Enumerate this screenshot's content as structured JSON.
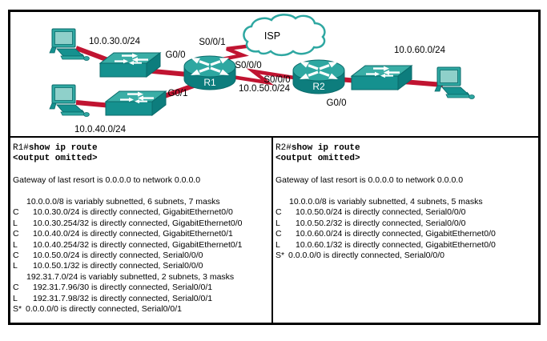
{
  "topology": {
    "isp_label": "ISP",
    "routers": {
      "r1": "R1",
      "r2": "R2"
    },
    "networks": {
      "net30": "10.0.30.0/24",
      "net40": "10.0.40.0/24",
      "net50": "10.0.50.0/24",
      "net60": "10.0.60.0/24"
    },
    "interfaces": {
      "r1_g00": "G0/0",
      "r1_g01": "G0/1",
      "r1_s001": "S0/0/1",
      "r1_s000": "S0/0/0",
      "r2_s000": "S0/0/0",
      "r2_g00": "G0/0"
    },
    "colors": {
      "device_teal": "#15918f",
      "device_teal_dark": "#0d7d7d",
      "device_teal_light": "#8fd0ca",
      "device_outline": "#0a6b6b",
      "link_red": "#c01431"
    }
  },
  "r1_panel": {
    "prompt": "R1#",
    "command": "show ip route",
    "omitted": "<output omitted>",
    "gateway": "Gateway of last resort is 0.0.0.0 to network 0.0.0.0",
    "routes": [
      {
        "code": "",
        "text": "10.0.0.0/8 is variably subnetted, 6 subnets, 7 masks"
      },
      {
        "code": "C",
        "text": "10.0.30.0/24 is directly connected, GigabitEthernet0/0"
      },
      {
        "code": "L",
        "text": "10.0.30.254/32 is directly connected, GigabitEthernet0/0"
      },
      {
        "code": "C",
        "text": "10.0.40.0/24 is directly connected, GigabitEthernet0/1"
      },
      {
        "code": "L",
        "text": "10.0.40.254/32 is directly connected, GigabitEthernet0/1"
      },
      {
        "code": "C",
        "text": "10.0.50.0/24 is directly connected, Serial0/0/0"
      },
      {
        "code": "L",
        "text": "10.0.50.1/32 is directly connected, Serial0/0/0"
      },
      {
        "code": "",
        "text": "192.31.7.0/24 is variably subnetted, 2 subnets, 3 masks"
      },
      {
        "code": "C",
        "text": "192.31.7.96/30 is directly connected, Serial0/0/1"
      },
      {
        "code": "L",
        "text": "192.31.7.98/32 is directly connected, Serial0/0/1"
      },
      {
        "code": "S*",
        "text": "0.0.0.0/0 is directly connected, Serial0/0/1"
      }
    ]
  },
  "r2_panel": {
    "prompt": "R2#",
    "command": "show ip route",
    "omitted": "<output omitted>",
    "gateway": "Gateway of last resort is 0.0.0.0 to network 0.0.0.0",
    "routes": [
      {
        "code": "",
        "text": "10.0.0.0/8 is variably subnetted, 4 subnets, 5 masks"
      },
      {
        "code": "C",
        "text": "10.0.50.0/24 is directly connected, Serial0/0/0"
      },
      {
        "code": "L",
        "text": "10.0.50.2/32 is directly connected, Serial0/0/0"
      },
      {
        "code": "C",
        "text": "10.0.60.0/24 is directly connected, GigabitEthernet0/0"
      },
      {
        "code": "L",
        "text": "10.0.60.1/32 is directly connected, GigabitEthernet0/0"
      },
      {
        "code": "S*",
        "text": "0.0.0.0/0 is directly connected, Serial0/0/0"
      }
    ]
  }
}
